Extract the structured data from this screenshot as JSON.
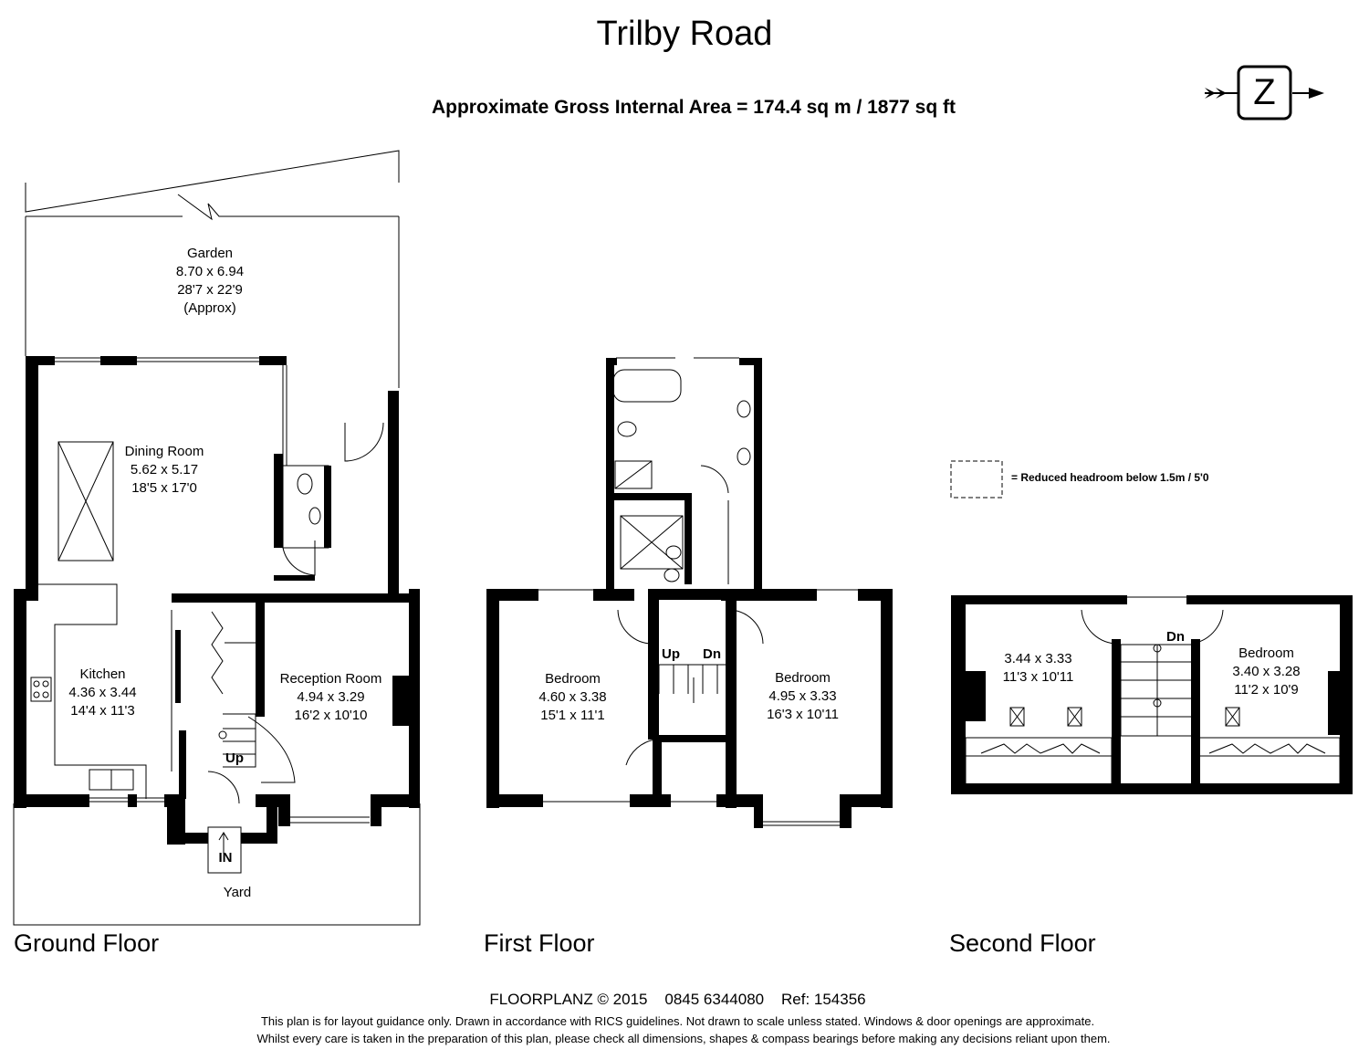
{
  "header": {
    "title": "Trilby Road",
    "area": "Approximate Gross Internal Area = 174.4 sq m / 1877 sq ft"
  },
  "compass": {
    "letter": "Z"
  },
  "legend": {
    "text": "= Reduced headroom below 1.5m / 5'0"
  },
  "floors": {
    "ground": {
      "label": "Ground Floor",
      "garden": {
        "name": "Garden",
        "metric": "8.70 x 6.94",
        "imperial": "28'7 x 22'9",
        "note": "(Approx)"
      },
      "dining": {
        "name": "Dining Room",
        "metric": "5.62 x 5.17",
        "imperial": "18'5 x 17'0"
      },
      "kitchen": {
        "name": "Kitchen",
        "metric": "4.36 x 3.44",
        "imperial": "14'4 x 11'3"
      },
      "reception": {
        "name": "Reception Room",
        "metric": "4.94 x 3.29",
        "imperial": "16'2 x 10'10"
      },
      "up": "Up",
      "in": "IN",
      "yard": "Yard"
    },
    "first": {
      "label": "First Floor",
      "bedroom_left": {
        "name": "Bedroom",
        "metric": "4.60 x 3.38",
        "imperial": "15'1 x 11'1"
      },
      "bedroom_right": {
        "name": "Bedroom",
        "metric": "4.95 x 3.33",
        "imperial": "16'3 x 10'11"
      },
      "up": "Up",
      "dn": "Dn"
    },
    "second": {
      "label": "Second Floor",
      "room_left": {
        "metric": "3.44 x 3.33",
        "imperial": "11'3 x 10'11"
      },
      "bedroom_right": {
        "name": "Bedroom",
        "metric": "3.40 x 3.28",
        "imperial": "11'2 x 10'9"
      },
      "dn": "Dn"
    }
  },
  "footer": {
    "company": "FLOORPLANZ © 2015    0845 6344080    Ref: 154356",
    "disclaimer1": "This plan is for layout guidance only. Drawn in accordance with RICS guidelines. Not drawn to scale unless stated. Windows & door openings are approximate.",
    "disclaimer2": "Whilst every care is taken in the preparation of this plan, please check all dimensions, shapes & compass bearings before making any decisions reliant upon them."
  }
}
